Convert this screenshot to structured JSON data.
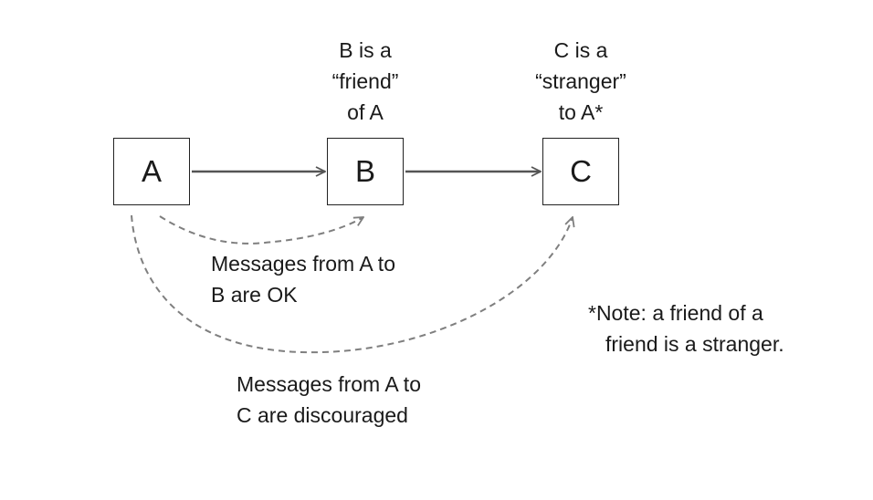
{
  "nodes": {
    "a": "A",
    "b": "B",
    "c": "C"
  },
  "labels": {
    "b": [
      "B is a",
      "“friend”",
      "of A"
    ],
    "c": [
      "C is a",
      "“stranger”",
      "to A*"
    ]
  },
  "captions": {
    "ok": [
      "Messages from A to",
      "B are OK"
    ],
    "discouraged": [
      "Messages from A to",
      "C are discouraged"
    ]
  },
  "footnote": [
    "*Note: a friend of a",
    "friend is a stranger."
  ],
  "edges": [
    {
      "from": "A",
      "to": "B",
      "style": "solid"
    },
    {
      "from": "B",
      "to": "C",
      "style": "solid"
    },
    {
      "from": "A",
      "to": "B",
      "style": "dashed"
    },
    {
      "from": "A",
      "to": "C",
      "style": "dashed"
    }
  ],
  "colors": {
    "solid_edge": "#555555",
    "dashed_edge": "#7f7f7f",
    "box_border": "#222222"
  }
}
